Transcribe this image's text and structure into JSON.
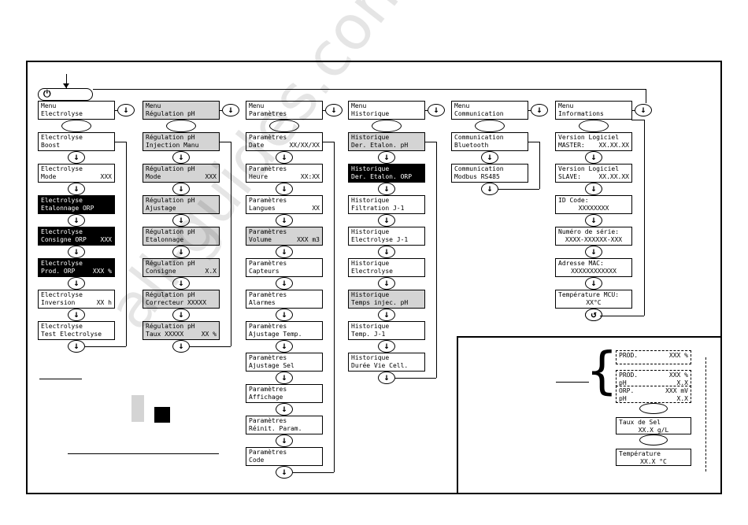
{
  "colors": {
    "line": "#000000",
    "grey_fill": "#d4d4d4",
    "highlight_fill": "#000000"
  },
  "icons": {
    "power": "power-icon",
    "next": "arrow-down-circle-icon",
    "back": "return-icon"
  },
  "power_symbol": "⏻",
  "next_symbol": "↓",
  "back_symbol": "↺",
  "columns": [
    {
      "items": [
        {
          "line1": "Menu",
          "line2": "Electrolyse",
          "value": "",
          "style": "white"
        },
        {
          "line1": "Electrolyse",
          "line2": "Boost",
          "value": "",
          "style": "white"
        },
        {
          "line1": "Electrolyse",
          "line2": "Mode",
          "value": "XXX",
          "style": "white"
        },
        {
          "line1": "Electrolyse",
          "line2": "Etalonnage ORP",
          "value": "",
          "style": "black"
        },
        {
          "line1": "Electrolyse",
          "line2": "Consigne ORP",
          "value": "XXX",
          "style": "black"
        },
        {
          "line1": "Electrolyse",
          "line2": "Prod. ORP",
          "value": "XXX %",
          "style": "black"
        },
        {
          "line1": "Electrolyse",
          "line2": "Inversion",
          "value": "XX h",
          "style": "white"
        },
        {
          "line1": "Electrolyse",
          "line2": "Test Electrolyse",
          "value": "",
          "style": "white"
        }
      ]
    },
    {
      "items": [
        {
          "line1": "Menu",
          "line2": "Régulation pH",
          "value": "",
          "style": "grey"
        },
        {
          "line1": "Régulation pH",
          "line2": "Injection Manu",
          "value": "",
          "style": "grey"
        },
        {
          "line1": "Régulation pH",
          "line2": "Mode",
          "value": "XXX",
          "style": "grey"
        },
        {
          "line1": "Régulation pH",
          "line2": "Ajustage",
          "value": "",
          "style": "grey"
        },
        {
          "line1": "Régulation pH",
          "line2": "Etalonnage",
          "value": "",
          "style": "grey"
        },
        {
          "line1": "Régulation pH",
          "line2": "Consigne",
          "value": "X.X",
          "style": "grey"
        },
        {
          "line1": "Régulation pH",
          "line2": "Correcteur XXXXX",
          "value": "",
          "style": "grey"
        },
        {
          "line1": "Régulation pH",
          "line2": "Taux XXXXX",
          "value": "XX %",
          "style": "grey"
        }
      ]
    },
    {
      "items": [
        {
          "line1": "Menu",
          "line2": "Paramètres",
          "value": "",
          "style": "white"
        },
        {
          "line1": "Paramètres",
          "line2": "Date",
          "value": "XX/XX/XX",
          "style": "white"
        },
        {
          "line1": "Paramètres",
          "line2": "Heure",
          "value": "XX:XX",
          "style": "white"
        },
        {
          "line1": "Paramètres",
          "line2": "Langues",
          "value": "XX",
          "style": "white"
        },
        {
          "line1": "Paramètres",
          "line2": "Volume",
          "value": "XXX m3",
          "style": "grey"
        },
        {
          "line1": "Paramètres",
          "line2": "Capteurs",
          "value": "",
          "style": "white"
        },
        {
          "line1": "Paramètres",
          "line2": "Alarmes",
          "value": "",
          "style": "white"
        },
        {
          "line1": "Paramètres",
          "line2": "Ajustage Temp.",
          "value": "",
          "style": "white"
        },
        {
          "line1": "Paramètres",
          "line2": "Ajustage Sel",
          "value": "",
          "style": "white"
        },
        {
          "line1": "Paramètres",
          "line2": "Affichage",
          "value": "",
          "style": "white"
        },
        {
          "line1": "Paramètres",
          "line2": "Réinit. Param.",
          "value": "",
          "style": "white"
        },
        {
          "line1": "Paramètres",
          "line2": "Code",
          "value": "",
          "style": "white"
        }
      ]
    },
    {
      "items": [
        {
          "line1": "Menu",
          "line2": "Historique",
          "value": "",
          "style": "white"
        },
        {
          "line1": "Historique",
          "line2": "Der. Etalon. pH",
          "value": "",
          "style": "grey"
        },
        {
          "line1": "Historique",
          "line2": "Der. Etalon. ORP",
          "value": "",
          "style": "black"
        },
        {
          "line1": "Historique",
          "line2": "Filtration J-1",
          "value": "",
          "style": "white"
        },
        {
          "line1": "Historique",
          "line2": "Electrolyse J-1",
          "value": "",
          "style": "white"
        },
        {
          "line1": "Historique",
          "line2": "Electrolyse",
          "value": "",
          "style": "white"
        },
        {
          "line1": "Historique",
          "line2": "Temps injec. pH",
          "value": "",
          "style": "grey"
        },
        {
          "line1": "Historique",
          "line2": "Temp. J-1",
          "value": "",
          "style": "white"
        },
        {
          "line1": "Historique",
          "line2": "Durée Vie Cell.",
          "value": "",
          "style": "white"
        }
      ]
    },
    {
      "items": [
        {
          "line1": "Menu",
          "line2": "Communication",
          "value": "",
          "style": "white"
        },
        {
          "line1": "Communication",
          "line2": "Bluetooth",
          "value": "",
          "style": "white"
        },
        {
          "line1": "Communication",
          "line2": "Modbus RS485",
          "value": "",
          "style": "white"
        }
      ]
    },
    {
      "items": [
        {
          "line1": "Menu",
          "line2": "Informations",
          "value": "",
          "style": "white"
        },
        {
          "line1": "Version Logiciel",
          "line2": "MASTER:",
          "value": "XX.XX.XX",
          "style": "white"
        },
        {
          "line1": "Version Logiciel",
          "line2": "SLAVE:",
          "value": "XX.XX.XX",
          "style": "white"
        },
        {
          "line1": "ID Code:",
          "line2": "",
          "value": "XXXXXXXX",
          "style": "white"
        },
        {
          "line1": "Numéro de série:",
          "line2": "",
          "value": "XXXX-XXXXXX-XXX",
          "style": "white"
        },
        {
          "line1": "Adresse MAC:",
          "line2": "",
          "value": "XXXXXXXXXXXX",
          "style": "white"
        },
        {
          "line1": "Température MCU:",
          "line2": "",
          "value": "XX°C",
          "style": "white"
        }
      ]
    }
  ],
  "display": {
    "items": [
      {
        "line1": "PROD.",
        "value1": "XXX %",
        "line2": "",
        "value2": "",
        "style": "dash"
      },
      {
        "line1": "PROD.",
        "value1": "XXX %",
        "line2": "pH",
        "value2": "X.X",
        "style": "dash"
      },
      {
        "line1": "ORP.",
        "value1": "XXX mV",
        "line2": "pH",
        "value2": "X.X",
        "style": "dash"
      },
      {
        "line1": "Taux de Sel",
        "value1": "",
        "line2": "",
        "value2": "XX.X g/L",
        "style": "white"
      },
      {
        "line1": "Température",
        "value1": "",
        "line2": "",
        "value2": "XX.X °C",
        "style": "white"
      }
    ]
  },
  "watermark": "all-guides.com"
}
